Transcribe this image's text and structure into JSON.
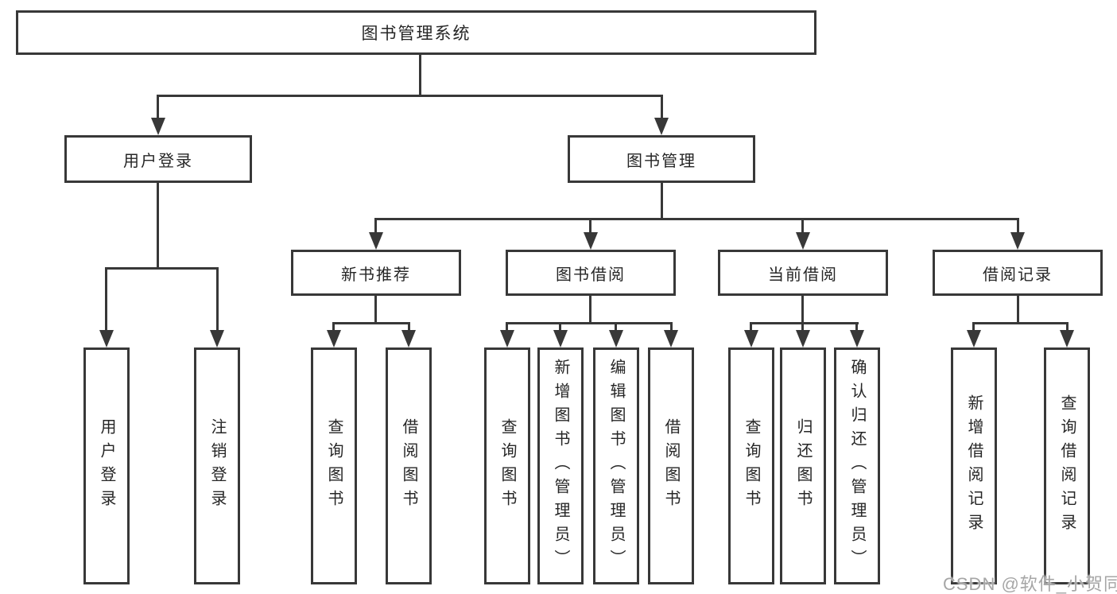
{
  "root": {
    "label": "图书管理系统"
  },
  "branches": {
    "user_login": {
      "label": "用户登录",
      "children": [
        "用户登录",
        "注销登录"
      ]
    },
    "book_mgmt": {
      "label": "图书管理"
    },
    "new_book": {
      "label": "新书推荐",
      "children": [
        "查询图书",
        "借阅图书"
      ]
    },
    "book_borrow": {
      "label": "图书借阅",
      "children": [
        "查询图书",
        "新增图书（管理员）",
        "编辑图书（管理员）",
        "借阅图书"
      ]
    },
    "current_borrow": {
      "label": "当前借阅",
      "children": [
        "查询图书",
        "归还图书",
        "确认归还（管理员）"
      ]
    },
    "borrow_records": {
      "label": "借阅记录",
      "children": [
        "新增借阅记录",
        "查询借阅记录"
      ]
    }
  },
  "watermark": "CSDN @软件_小贺同学",
  "colors": {
    "line": "#383838",
    "text": "#262626",
    "watermark": "#a6a6a6",
    "background": "#ffffff"
  }
}
